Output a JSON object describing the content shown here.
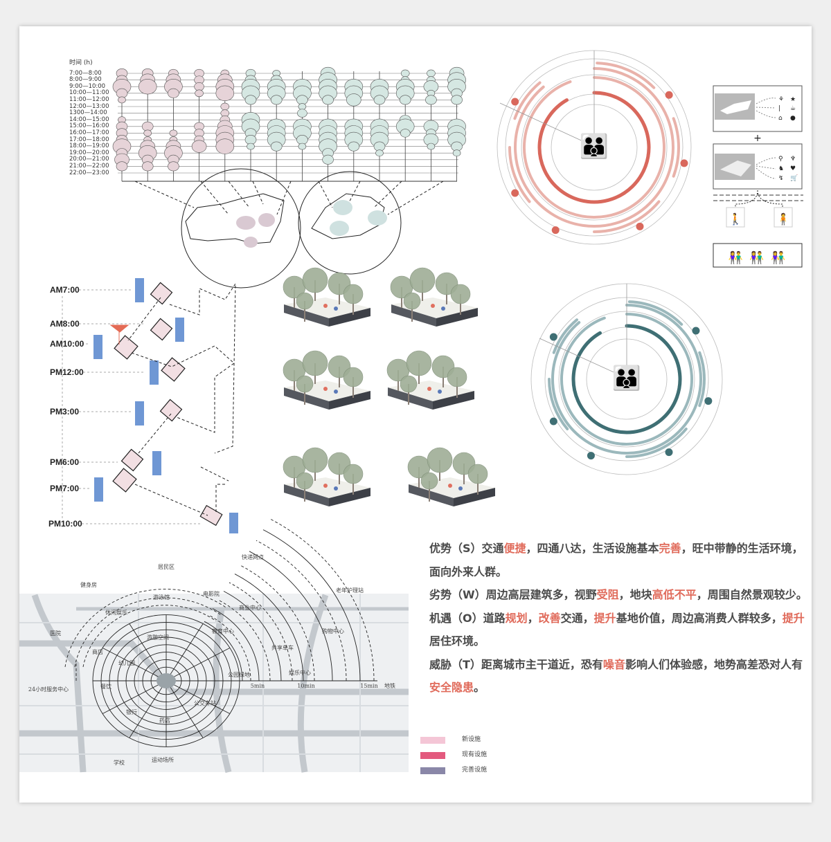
{
  "bubble_chart": {
    "header": "时间 (h)",
    "rows": [
      "7:00—8:00",
      "8:00—9:00",
      "9:00—10:00",
      "10:00—11:00",
      "11:00—12:00",
      "12:00—13:00",
      "1300—14:00",
      "14:00—15:00",
      "15:00—16:00",
      "16:00—17:00",
      "17:00—18:00",
      "18:00—19:00",
      "19:00—20:00",
      "20:00—21:00",
      "21:00—22:00",
      "22:00—23:00"
    ],
    "colors": {
      "pink": "#e6d3d8",
      "green": "#d5e7e2"
    },
    "columns": [
      {
        "group": "pink",
        "sizes": [
          1,
          1,
          2,
          1,
          0.5,
          0,
          0,
          0.5,
          1,
          1,
          1,
          2,
          1,
          1.5,
          1,
          0
        ]
      },
      {
        "group": "pink",
        "sizes": [
          1,
          1.5,
          2,
          0,
          0,
          0,
          0,
          0,
          1,
          0.5,
          0.5,
          1.5,
          2,
          1,
          1,
          0
        ]
      },
      {
        "group": "pink",
        "sizes": [
          0.8,
          1.5,
          2,
          1,
          0,
          0,
          0,
          0,
          0,
          0.5,
          0.5,
          1.5,
          2,
          1,
          1,
          0
        ]
      },
      {
        "group": "pink",
        "sizes": [
          0.8,
          0.8,
          0.8,
          0.6,
          0,
          0,
          0,
          0,
          0.8,
          0.8,
          0.8,
          1.5,
          0,
          0,
          0,
          0
        ]
      },
      {
        "group": "pink",
        "sizes": [
          0.6,
          1.5,
          2,
          2,
          0,
          0.6,
          0.6,
          0.8,
          1.5,
          2,
          2,
          2,
          0,
          0,
          0,
          0
        ]
      },
      {
        "group": "green",
        "sizes": [
          0.8,
          1,
          2,
          2,
          1,
          0,
          0,
          2,
          2,
          1,
          1,
          0.5,
          0,
          0,
          0,
          0
        ]
      },
      {
        "group": "green",
        "sizes": [
          0.5,
          1,
          2,
          2,
          1,
          0,
          0,
          0,
          2,
          2,
          2,
          1,
          0,
          0,
          0,
          0
        ]
      },
      {
        "group": "green",
        "sizes": [
          0,
          0,
          2,
          2,
          1,
          0.5,
          0.8,
          0,
          2,
          2,
          1,
          0.5,
          0,
          0,
          0,
          0
        ]
      },
      {
        "group": "green",
        "sizes": [
          1.5,
          2,
          2,
          2,
          1,
          0,
          0,
          0,
          2,
          2,
          2,
          2,
          1,
          1,
          0,
          0
        ]
      },
      {
        "group": "green",
        "sizes": [
          0,
          0,
          2,
          2,
          1.5,
          0,
          0,
          0,
          2,
          2,
          2,
          1,
          0,
          0,
          0,
          0
        ]
      },
      {
        "group": "green",
        "sizes": [
          0,
          0,
          2,
          2,
          1,
          0,
          0,
          0,
          2,
          2,
          2,
          1,
          0.5,
          0,
          0,
          0
        ]
      },
      {
        "group": "green",
        "sizes": [
          0.6,
          0.6,
          2,
          2,
          1,
          0,
          0,
          1,
          2,
          0.8,
          0,
          0,
          0,
          0,
          0,
          0
        ]
      },
      {
        "group": "green",
        "sizes": [
          0.6,
          0.6,
          1.5,
          0.5,
          1,
          0,
          0,
          0,
          1.5,
          0.8,
          1.5,
          0.5,
          0,
          0,
          0,
          0
        ]
      },
      {
        "group": "green",
        "sizes": [
          1.5,
          2,
          2,
          1,
          1,
          0,
          0,
          0,
          2,
          2,
          2,
          1,
          0.5,
          0,
          0,
          0
        ]
      }
    ]
  },
  "timeline": {
    "times": [
      "AM7:00",
      "AM8:00",
      "AM10:00",
      "PM12:00",
      "PM3:00",
      "PM6:00",
      "PM7:00",
      "PM10:00"
    ],
    "bar_color": "#6f97d4"
  },
  "radial_map": {
    "labels": {
      "gym": "健身房",
      "residential": "居民区",
      "express": "快递网点",
      "elderly": "老年护理站",
      "hospital": "医院",
      "pool": "游泳馆",
      "cinema": "电影院",
      "leisure": "休闲娱乐",
      "business": "商业中心",
      "education": "教育中心",
      "shopping": "购物中心",
      "recreation": "游憩空间",
      "shop": "商店",
      "kindergarten": "幼儿园",
      "bike": "共享单车",
      "park": "公园绿地",
      "service24": "24小时服务中心",
      "dining": "餐饮",
      "min5": "5min",
      "entertainment": "娱乐中心",
      "min10": "10min",
      "min15": "15min",
      "metro": "地铁",
      "bank": "银行",
      "pharmacy": "药店",
      "bus": "公交车站",
      "school": "学校",
      "sports": "运动场所"
    }
  },
  "swot": [
    [
      {
        "t": "优势（S）交通"
      },
      {
        "t": "便捷",
        "hl": true
      },
      {
        "t": "，四通八达，生活设施基本"
      },
      {
        "t": "完善",
        "hl": true
      },
      {
        "t": "，旺中带静的生活环境，面向外来人群。"
      }
    ],
    [
      {
        "t": "劣势（W）周边高层建筑多，视野"
      },
      {
        "t": "受阻",
        "hl": true
      },
      {
        "t": "，地块"
      },
      {
        "t": "高低不平",
        "hl": true
      },
      {
        "t": "，周围自然景观较少。"
      }
    ],
    [
      {
        "t": "机遇（O）道路"
      },
      {
        "t": "规划",
        "hl": true
      },
      {
        "t": "，"
      },
      {
        "t": "改善",
        "hl": true
      },
      {
        "t": "交通，"
      },
      {
        "t": "提升",
        "hl": true
      },
      {
        "t": "基地价值，周边高消费人群较多，"
      },
      {
        "t": "提升",
        "hl": true
      },
      {
        "t": "居住环境。"
      }
    ],
    [
      {
        "t": "威胁（T）距离城市主干道近，恐有"
      },
      {
        "t": "噪音",
        "hl": true
      },
      {
        "t": "影响人们体验感，地势高差恐对人有"
      },
      {
        "t": "安全隐患",
        "hl": true
      },
      {
        "t": "。"
      }
    ]
  ],
  "legend": [
    {
      "label": "新设施",
      "color": "#f4c6d6"
    },
    {
      "label": "现有设施",
      "color": "#e35a7e"
    },
    {
      "label": "完善设施",
      "color": "#8a87a8"
    }
  ],
  "rings": {
    "red": "#d9685c",
    "teal": "#3f6f74"
  }
}
